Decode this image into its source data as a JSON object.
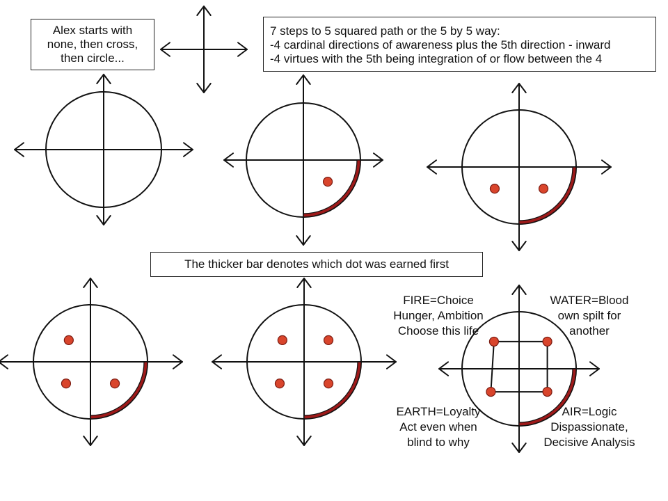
{
  "intro_box": {
    "lines": [
      "Alex starts with",
      "none, then cross,",
      "then circle..."
    ]
  },
  "steps_box": {
    "lines": [
      "7 steps to 5 squared path or the 5 by 5 way:",
      "-4 cardinal directions of awareness plus the 5th direction - inward",
      "-4 virtues with the 5th being integration of or flow between the 4"
    ]
  },
  "note_box": {
    "text": "The thicker bar denotes which dot was earned first"
  },
  "element_labels": {
    "fire": {
      "lines": [
        "FIRE=Choice",
        "Hunger, Ambition",
        "Choose this life"
      ]
    },
    "water": {
      "lines": [
        "WATER=Blood",
        "own spilt for",
        "another"
      ]
    },
    "earth": {
      "lines": [
        "EARTH=Loyalty",
        "Act even when",
        "blind to why"
      ]
    },
    "air": {
      "lines": [
        "AIR=Logic",
        "Dispassionate,",
        "Decisive Analysis"
      ]
    }
  },
  "colors": {
    "ink": "#111111",
    "arc": "#9e1a1a",
    "dot": "#d9452c",
    "dot_outline": "#7a1a10"
  },
  "steps": [
    {
      "step": 1,
      "shape": "cross",
      "dots": [],
      "arc": false,
      "square": false
    },
    {
      "step": 2,
      "shape": "circle-cross",
      "dots": [],
      "arc": false,
      "square": false
    },
    {
      "step": 3,
      "shape": "circle-cross",
      "dots": [
        "bottom-right"
      ],
      "arc": true,
      "square": false
    },
    {
      "step": 4,
      "shape": "circle-cross",
      "dots": [
        "bottom-left",
        "bottom-right"
      ],
      "arc": true,
      "square": false
    },
    {
      "step": 5,
      "shape": "circle-cross",
      "dots": [
        "top-left",
        "bottom-left",
        "bottom-right"
      ],
      "arc": true,
      "square": false
    },
    {
      "step": 6,
      "shape": "circle-cross",
      "dots": [
        "top-left",
        "top-right",
        "bottom-left",
        "bottom-right"
      ],
      "arc": true,
      "square": false
    },
    {
      "step": 7,
      "shape": "circle-cross",
      "dots": [
        "top-left",
        "top-right",
        "bottom-left",
        "bottom-right"
      ],
      "arc": true,
      "square": true
    }
  ]
}
